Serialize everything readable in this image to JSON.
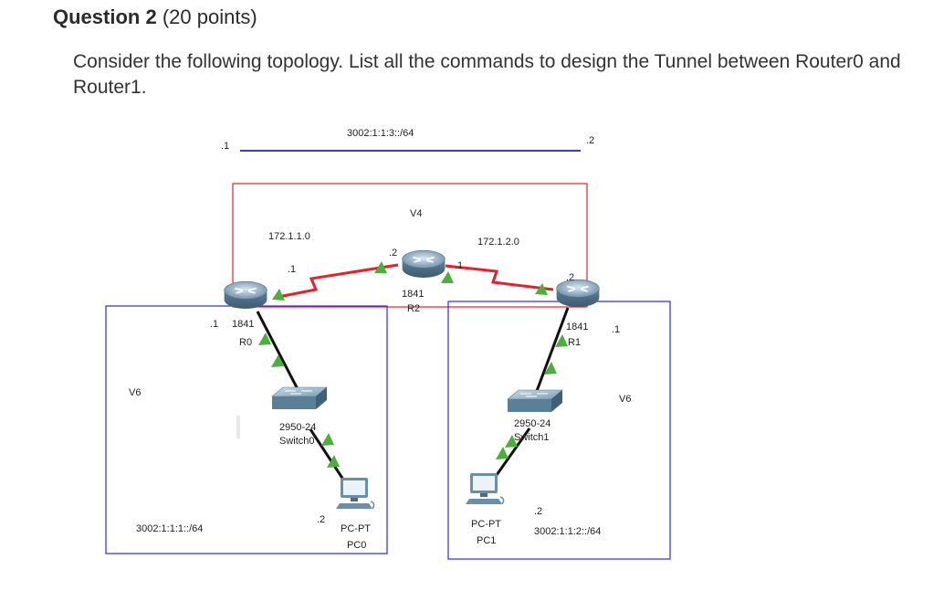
{
  "question": {
    "title": "Question 2",
    "points": "(20 points)",
    "text": "Consider the following topology. List all the commands to design the Tunnel between Router0 and Router1."
  },
  "diagram": {
    "tunnel": {
      "left_host": ".1",
      "network": "3002:1:1:3::/64",
      "right_host": ".2"
    },
    "v4_zone_label": "V4",
    "left_v6_label": "V6",
    "right_v6_label": "V6",
    "left_v6_network": "3002:1:1:1::/64",
    "right_v6_network": "3002:1:1:2::/64",
    "link_left_network": "172.1.1.0",
    "link_right_network": "172.1.2.0",
    "r0": {
      "model": "1841",
      "name": "R0",
      "lan_host": ".1",
      "wan_host": ".1"
    },
    "r2": {
      "model": "1841",
      "name": "R2",
      "left_host": ".2",
      "right_host": ".1"
    },
    "r1": {
      "model": "1841",
      "name": "R1",
      "lan_host": ".1",
      "wan_host": ".2"
    },
    "switch0": {
      "model": "2950-24",
      "name": "Switch0"
    },
    "switch1": {
      "model": "2950-24",
      "name": "Switch1"
    },
    "pc0": {
      "model": "PC-PT",
      "name": "PC0",
      "host": ".2"
    },
    "pc1": {
      "model": "PC-PT",
      "name": "PC1",
      "host": ".2"
    },
    "colors": {
      "serial_link": "#e8202a",
      "v4_box": "#e8202a",
      "v6_box": "#2b2bd6",
      "tunnel_line": "#3b3bd8",
      "port_up": "#4caf3c"
    }
  }
}
